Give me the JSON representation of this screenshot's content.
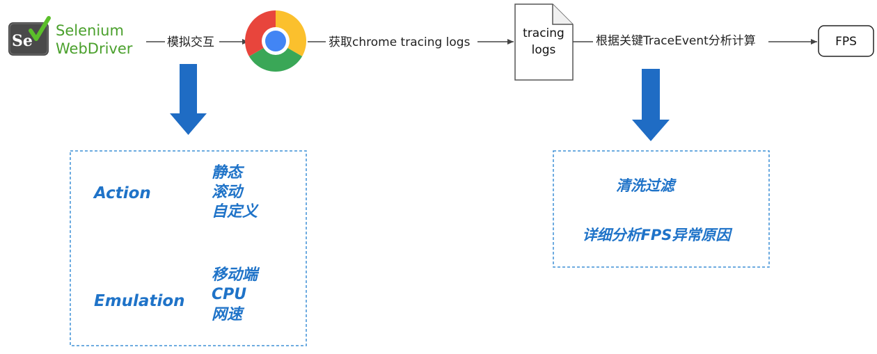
{
  "selenium": {
    "logo_letters": "Se",
    "name_line1": "Selenium",
    "name_line2": "WebDriver"
  },
  "flow": {
    "step1_label": "模拟交互",
    "step2_label": "获取chrome tracing logs",
    "doc_line1": "tracing",
    "doc_line2": "logs",
    "step3_label": "根据关键TraceEvent分析计算",
    "result": "FPS"
  },
  "left_box": {
    "groups": [
      {
        "name": "Action",
        "items": [
          "静态",
          "滚动",
          "自定义"
        ]
      },
      {
        "name": "Emulation",
        "items": [
          "移动端",
          "CPU",
          "网速"
        ]
      }
    ]
  },
  "right_box": {
    "lines": [
      "清洗过滤",
      "详细分析FPS异常原因"
    ]
  },
  "colors": {
    "arrow_blue": "#1f6cc4",
    "box_border": "#3d8fd6",
    "text_blue": "#1f73c8",
    "selenium_green": "#4aa02c"
  }
}
